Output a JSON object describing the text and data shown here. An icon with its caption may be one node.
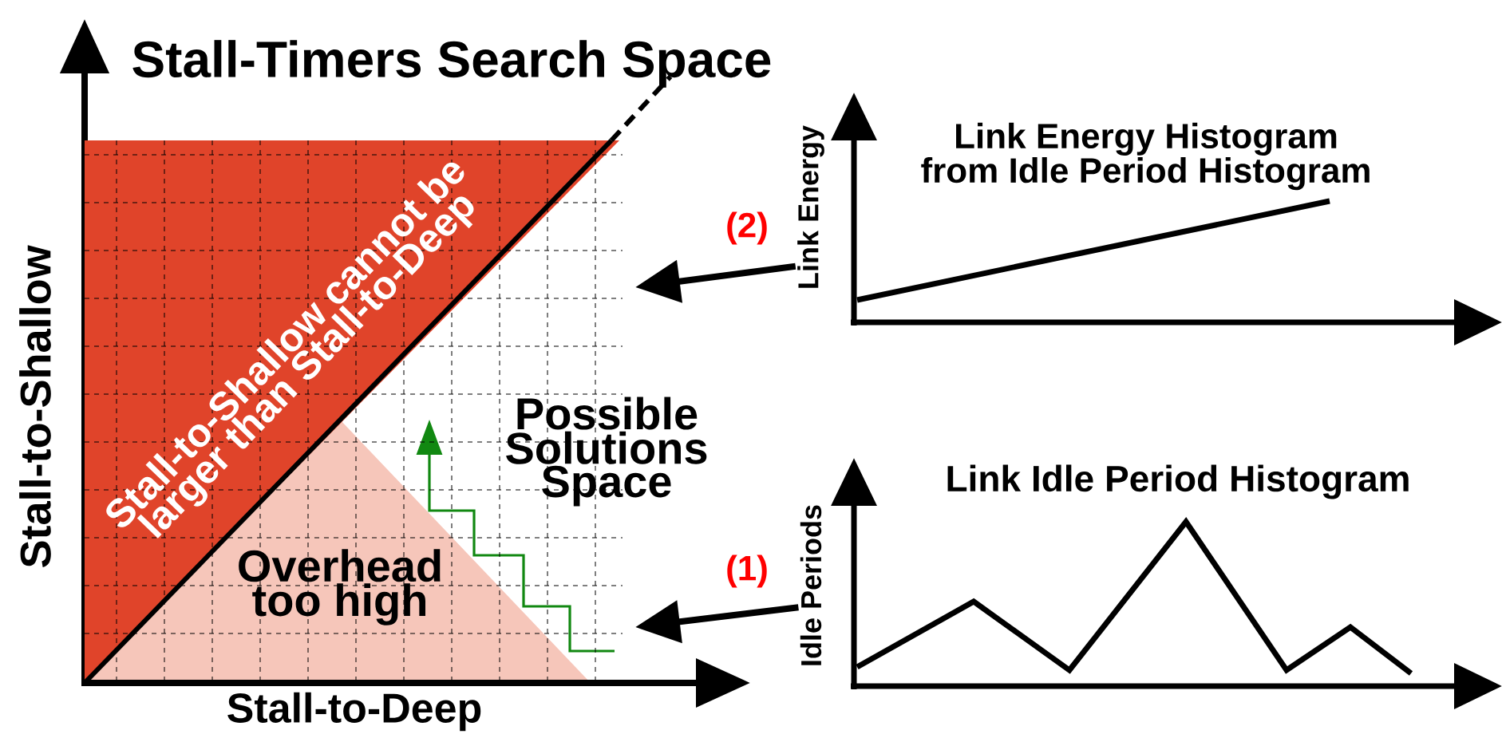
{
  "diagram": {
    "nodes": [
      {
        "text": [
          "Stall-to-Shallow cannot be larger than Stall-to-Deep"
        ]
      },
      {
        "text": [
          "Overhead too high"
        ]
      },
      {
        "text": [
          "Possible Solutions Space"
        ]
      },
      {
        "text": [
          "Link Energy"
        ]
      },
      {
        "text": [
          "Idle Periods"
        ]
      }
    ],
    "edges": [
      {
        "from": 3,
        "to": null,
        "arrow": "to",
        "label": "(2)"
      },
      {
        "from": 4,
        "to": null,
        "arrow": "to",
        "label": "(1)"
      }
    ],
    "labels": [
      "Stall-Timers Search Space",
      "Stall-to-Shallow",
      "Stall-to-Deep",
      "Link Energy Histogram from Idle Period Histogram",
      "Link Idle Period Histogram"
    ]
  }
}
